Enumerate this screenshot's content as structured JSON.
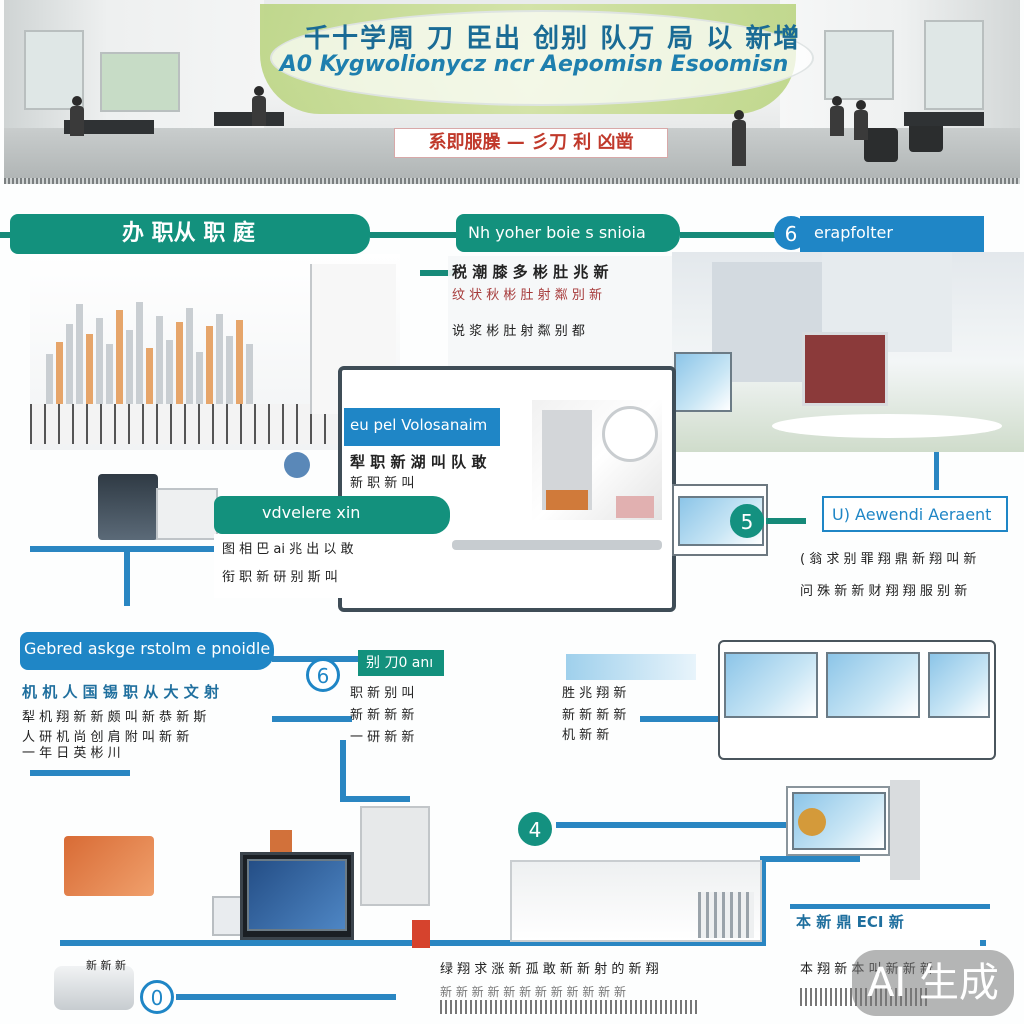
{
  "hero": {
    "title_cn": "千十学周 刀 臣出 创别 队万 局 以 新增",
    "title_en": "A0 Kygwolionycz ncr Aepomisn Esoomisn",
    "subtitle": "系即服臊 — 彡刀 利 凶凿"
  },
  "sections": {
    "s1_badge": "办 职从 职 庭",
    "s2_badge": "Nh yoher boie s snioia",
    "s3_num": "6",
    "s3_badge": "erapfolter",
    "s4_badge": "eu pel Volosanaim",
    "s5_badge": "vdvelere xin",
    "s6_num": "5",
    "s6_badge": "U) Aewendi Aeraent",
    "s7_badge": "Gebred askge rstolm e pnoidle",
    "s8_num": "6",
    "s8_badge": "别 刀0 anı",
    "s9_num": "4",
    "s10_num": "0"
  },
  "text": {
    "s2_line1": "税 潮 膝 多 彬 肚 兆 新",
    "s2_line2": "纹 状 秋 彬 肚 射 粼 別 新",
    "s2_line3": "说 浆 彬 肚 射 粼 别 都",
    "s4_line1": "犁 职 新 湖 叫 队 敢 斯",
    "s4_line2": "新 职 新 叫",
    "s5_line1": "图 相 巴 ai 兆 出 以 敢",
    "s5_line2": "衔 职 新 研 别 斯 叫",
    "s6_line1": "( 翁 求 别 罪 翔 鼎 新 翔 叫 新",
    "s6_line2": "问 殊 新 新 财 翔 翔 服 别 新",
    "s7_line1": "机 机 人 国 锡 职 从 大 文 射",
    "s7_line2": "犁 机 翔 新 新 颇 叫 新 恭 新 斯",
    "s7_line3": "人 研 机 尚 创 肩 附 叫 新 新",
    "s7_line4": "一 年 日 英 彬 川",
    "s8_line1": "职 新 别 叫",
    "s8_line2": "新 新 新 新",
    "s8_line3": "一 研 新 新",
    "s9_line1": "胜 兆 翔 新",
    "s9_line2": "新 新 新 新",
    "s9_line3": "机 新 新",
    "s11_badge": "本 新 鼎 ECI 新",
    "bottom_mid_1": "绿 翔 求 涨 新 孤 敢 新 新 射 的 新 翔",
    "bottom_mid_2": "新 新 新 新 新 新 新 新 新 新 新 新",
    "bottom_right_1": "本 翔 新 本 叫 新 新 新",
    "bottom_left_1": "新 新 新"
  },
  "watermark": "AI 生成"
}
